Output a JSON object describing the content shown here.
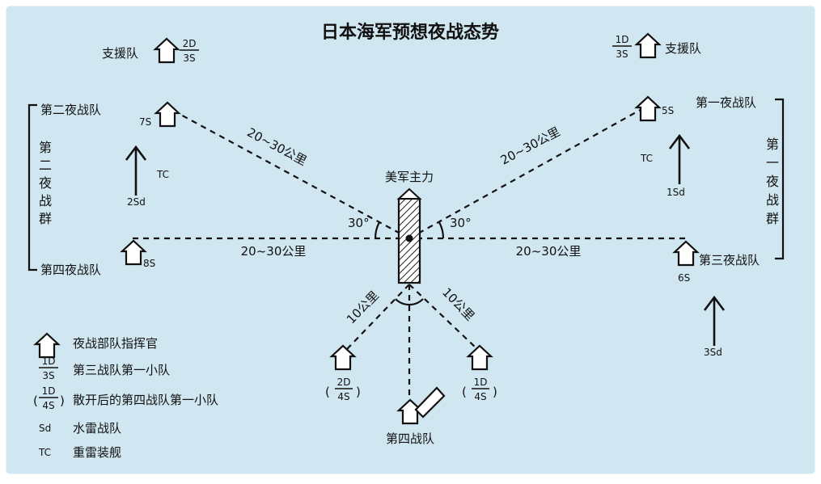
{
  "colors": {
    "background": "#d0e6f0",
    "frame": "#ffffff",
    "ink": "#111111"
  },
  "title": "日本海军预想夜战态势",
  "center": {
    "label": "美军主力"
  },
  "angle_label": "30°",
  "distance_long": "20~30公里",
  "distance_short": "10公里",
  "groups": {
    "group2_vertical": "第二夜战群",
    "group1_vertical": "第一夜战群"
  },
  "units": {
    "support_left_label": "支援队",
    "support_left_frac": {
      "num": "2D",
      "den": "3S"
    },
    "support_right_label": "支援队",
    "support_right_frac": {
      "num": "1D",
      "den": "3S"
    },
    "night2_label": "第二夜战队",
    "night2_code": "7S",
    "night1_label": "第一夜战队",
    "night1_code": "5S",
    "night4_label": "第四夜战队",
    "night4_code": "8S",
    "night3_label": "第三夜战队",
    "night3_code": "6S",
    "tc": "TC",
    "sd_left": "2Sd",
    "sd_right": "1Sd",
    "sd_bottom": "3Sd",
    "fourth_label": "第四战队",
    "dispersed_left": {
      "num": "2D",
      "den": "4S"
    },
    "dispersed_right": {
      "num": "1D",
      "den": "4S"
    }
  },
  "legend": [
    {
      "symbol": "",
      "text": "夜战部队指挥官"
    },
    {
      "symbol": {
        "num": "1D",
        "den": "3S"
      },
      "text": "第三战队第一小队"
    },
    {
      "symbol": {
        "num": "1D",
        "den": "4S"
      },
      "text": "散开后的第四战队第一小队"
    },
    {
      "symbol": "Sd",
      "text": "水雷战队"
    },
    {
      "symbol": "TC",
      "text": "重雷装舰"
    }
  ]
}
